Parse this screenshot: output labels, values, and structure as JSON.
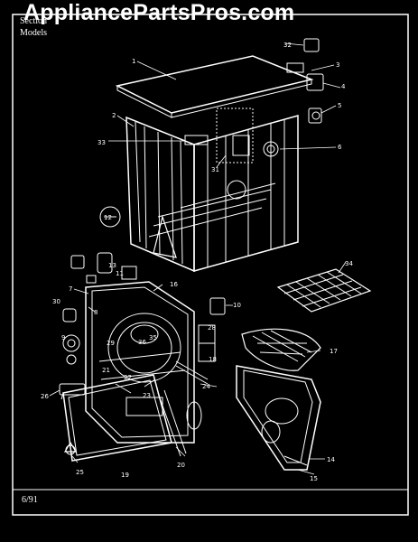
{
  "watermark": "AppliancePartsPros.com",
  "header": {
    "section_label": "Section",
    "models_label": "Models"
  },
  "footer": {
    "date": "6/91"
  },
  "callouts": [
    "1",
    "2",
    "3",
    "4",
    "5",
    "6",
    "7",
    "8",
    "9",
    "10",
    "11",
    "12",
    "13",
    "14",
    "15",
    "16",
    "17",
    "18",
    "19",
    "20",
    "21",
    "22",
    "23",
    "24",
    "25",
    "26",
    "28",
    "29",
    "30",
    "31",
    "32",
    "33",
    "34",
    "35",
    "36"
  ]
}
